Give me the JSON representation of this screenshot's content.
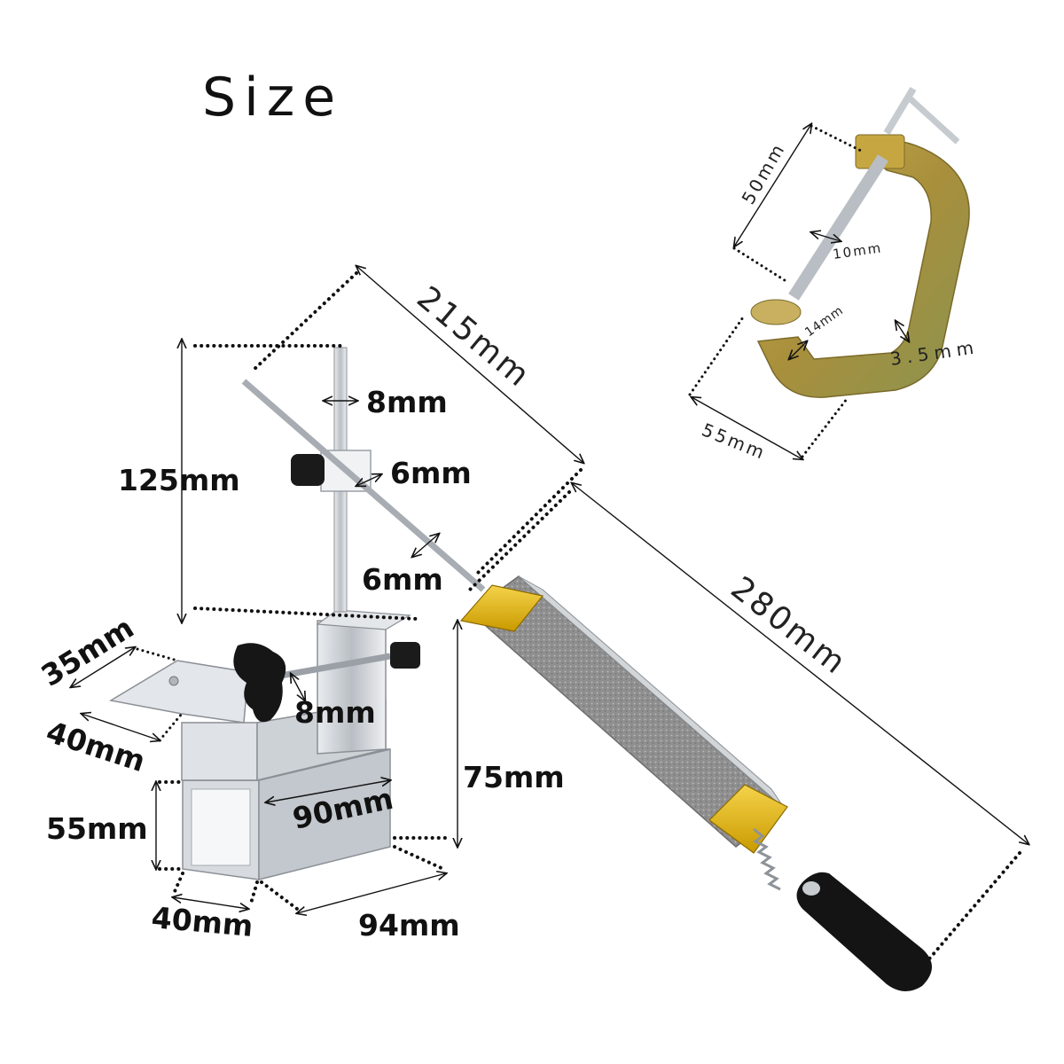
{
  "title": "Size",
  "labels": {
    "rod_total": "215mm",
    "height_pole": "125mm",
    "pole_diameter": "8mm",
    "rod_hole": "6mm",
    "rod_diameter": "6mm",
    "arm_length": "280mm",
    "jaw_depth": "35mm",
    "jaw_width": "40mm",
    "screw_diameter": "8mm",
    "base_height_upper": "75mm",
    "base_height": "55mm",
    "base_inner": "90mm",
    "base_width": "40mm",
    "base_length": "94mm",
    "clamp_height": "50mm",
    "clamp_screw": "10mm",
    "clamp_pad": "14mm",
    "clamp_thickness": "3.5mm",
    "clamp_width": "55mm"
  },
  "colors": {
    "clamp_body": "#b89a3a",
    "stone_gray": "#8d8d8d",
    "brass": "#e2b100",
    "metal": "#c9ced3",
    "knob": "#1a1a1a"
  }
}
